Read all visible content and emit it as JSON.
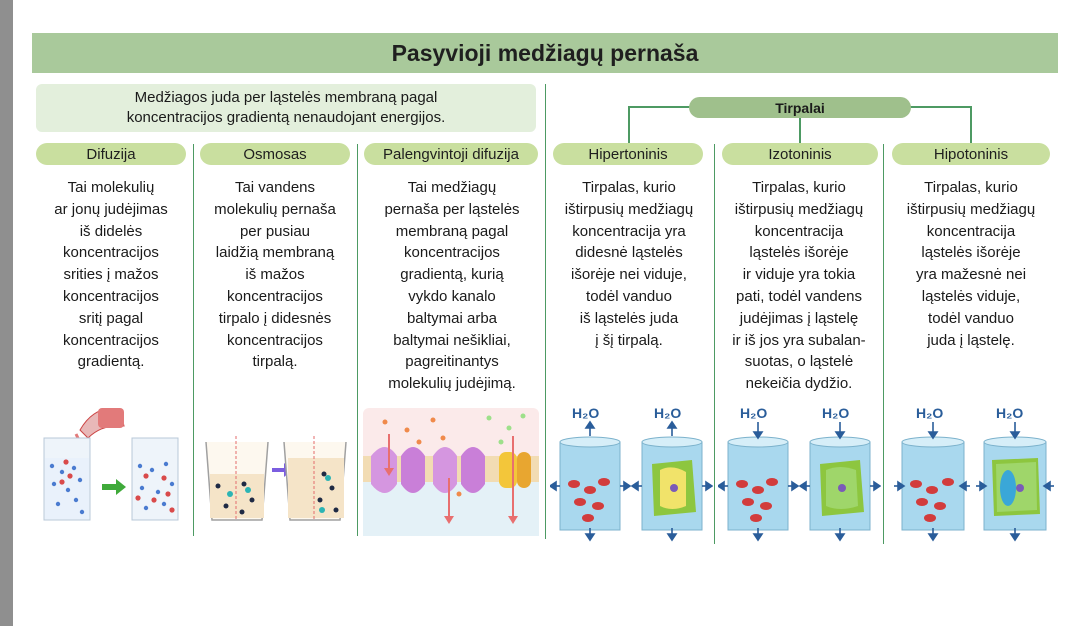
{
  "title": "Pasyvioji medžiagų pernaša",
  "description": "Medžiagos juda per ląstelės membraną pagal koncentracijos gradientą nenaudojant energijos.",
  "tirpalai_label": "Tirpalai",
  "water_formula": "H₂O",
  "columns": [
    {
      "label": "Difuzija",
      "text": "Tai molekulių\nar jonų judėjimas\niš didelės\nkoncentracijos\nsrities į mažos\nkoncentracijos\nsritį pagal\nkoncentracijos\ngradientą."
    },
    {
      "label": "Osmosas",
      "text": "Tai vandens\nmolekulių pernaša\nper pusiau\nlaidžią membraną\niš mažos\nkoncentracijos\ntirpalo į didesnės\nkoncentracijos\ntirpalą."
    },
    {
      "label": "Palengvintoji difuzija",
      "text": "Tai medžiagų\npernaša per ląstelės\nmembraną pagal\nkoncentracijos\ngradientą, kurią\nvykdo kanalo\nbaltymai arba\nbaltymai nešikliai,\npagreitinantys\nmolekulių judėjimą."
    },
    {
      "label": "Hipertoninis",
      "text": "Tirpalas, kurio\ništirpusių medžiagų\nkoncentracija yra\ndidesnė ląstelės\nišorėje nei viduje,\ntodėl vanduo\niš ląstelės juda\nį šį tirpalą."
    },
    {
      "label": "Izotoninis",
      "text": "Tirpalas, kurio\ništirpusių medžiagų\nkoncentracija\nląstelės išorėje\nir viduje yra tokia\npati, todėl vandens\njudėjimas į ląstelę\nir iš jos yra subalan-\nsuotas, o ląstelė\nnekeičia dydžio."
    },
    {
      "label": "Hipotoninis",
      "text": "Tirpalas, kurio\ništirpusių medžiagų\nkoncentracija\nląstelės išorėje\nyra mažesnė nei\nląstelės viduje,\ntodėl vanduo\njuda į ląstelę."
    }
  ],
  "colors": {
    "title_bg": "#a9c99b",
    "pill_bg": "#c9df9f",
    "divider": "#4d9a63",
    "water": "#8fcbe6",
    "arrow": "#2a5d9a"
  }
}
